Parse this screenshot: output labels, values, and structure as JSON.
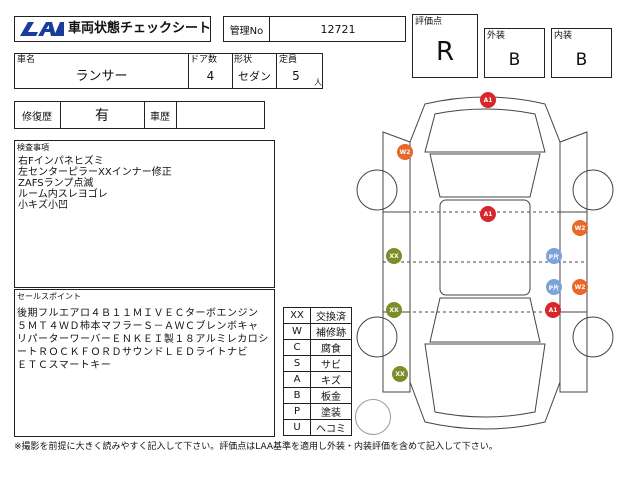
{
  "header": {
    "logo": "LAA",
    "title": "車両状態チェックシート",
    "mgmt_label": "管理No",
    "mgmt_value": "12721"
  },
  "grades": {
    "overall_label": "評価点",
    "overall_value": "R",
    "exterior_label": "外装",
    "exterior_value": "B",
    "interior_label": "内装",
    "interior_value": "B"
  },
  "car": {
    "name_label": "車名",
    "name_value": "ランサー",
    "doors_label": "ドア数",
    "doors_value": "4",
    "shape_label": "形状",
    "shape_value": "セダン",
    "capacity_label": "定員",
    "capacity_value": "5",
    "capacity_unit": "人"
  },
  "history": {
    "repair_label": "修復歴",
    "repair_value": "有",
    "record_label": "車歴",
    "record_value": ""
  },
  "inspection": {
    "label": "検査事項",
    "lines": [
      "右Fインパネヒズミ",
      "左センターピラーXXインナー修正",
      "ZAFSランプ点滅",
      "ルーム内スレヨゴレ",
      "小キズ小凹"
    ]
  },
  "sales": {
    "label": "セールスポイント",
    "lines": [
      "後期フルエアロ４Ｂ１１ＭＩＶＥＣターボエンジン",
      "５ＭＴ４ＷＤ柿本マフラーＳ－ＡＷＣブレンボキャ",
      "リパーターワーバーＥＮＫＥＩ製１８アルミレカロシ",
      "ートＲＯＣＫＦＯＲＤサウンドＬＥＤライトナビ",
      "ＥＴＣスマートキー"
    ]
  },
  "legend": [
    {
      "code": "XX",
      "desc": "交換済"
    },
    {
      "code": "W",
      "desc": "補修跡"
    },
    {
      "code": "C",
      "desc": "腐食"
    },
    {
      "code": "S",
      "desc": "サビ"
    },
    {
      "code": "A",
      "desc": "キズ"
    },
    {
      "code": "B",
      "desc": "板金"
    },
    {
      "code": "P",
      "desc": "塗装"
    },
    {
      "code": "U",
      "desc": "ヘコミ"
    }
  ],
  "markers": [
    {
      "label": "A1",
      "color": "#d9262c"
    },
    {
      "label": "W2",
      "color": "#e8672a"
    },
    {
      "label": "A1",
      "color": "#d9262c"
    },
    {
      "label": "W2",
      "color": "#e8672a"
    },
    {
      "label": "XX",
      "color": "#7f8c2a"
    },
    {
      "label": "P片",
      "color": "#7ba3d8"
    },
    {
      "label": "P片",
      "color": "#7ba3d8"
    },
    {
      "label": "W2",
      "color": "#e8672a"
    },
    {
      "label": "XX",
      "color": "#7f8c2a"
    },
    {
      "label": "A1",
      "color": "#d9262c"
    },
    {
      "label": "XX",
      "color": "#7f8c2a"
    }
  ],
  "footer": {
    "note": "※撮影を前提に大きく読みやすく記入して下さい。評価点はLAA基準を適用し外装・内装評価を含めて記入して下さい。"
  }
}
